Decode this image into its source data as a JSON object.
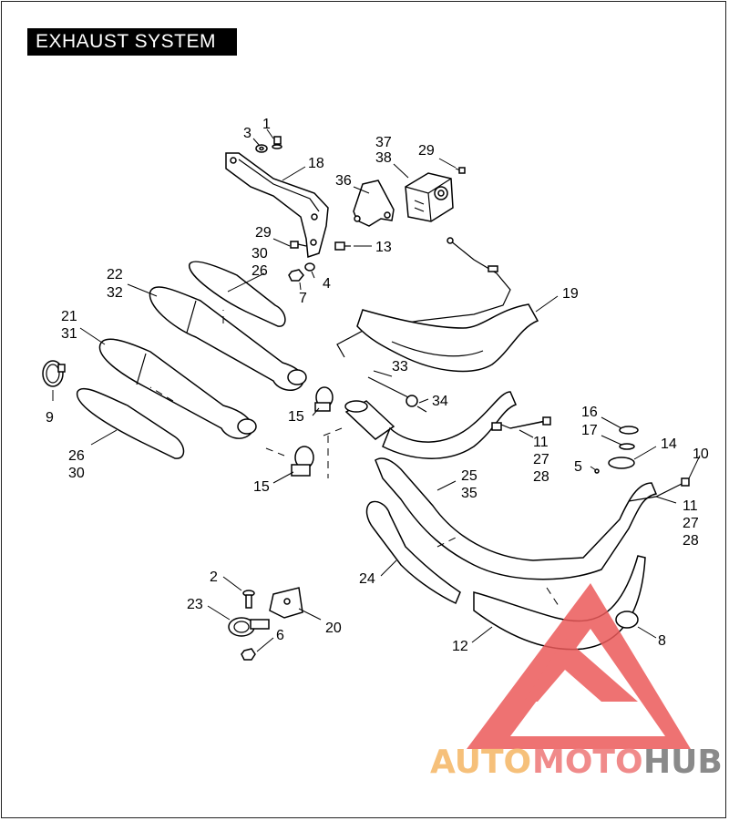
{
  "title": "EXHAUST SYSTEM",
  "callouts": [
    {
      "id": "c1",
      "text": "1"
    },
    {
      "id": "c3",
      "text": "3"
    },
    {
      "id": "c18",
      "text": "18"
    },
    {
      "id": "c37",
      "text": "37"
    },
    {
      "id": "c38",
      "text": "38"
    },
    {
      "id": "c29a",
      "text": "29"
    },
    {
      "id": "c36",
      "text": "36"
    },
    {
      "id": "c29b",
      "text": "29"
    },
    {
      "id": "c30a",
      "text": "30"
    },
    {
      "id": "c26a",
      "text": "26"
    },
    {
      "id": "c13",
      "text": "13"
    },
    {
      "id": "c22",
      "text": "22"
    },
    {
      "id": "c32",
      "text": "32"
    },
    {
      "id": "c7",
      "text": "7"
    },
    {
      "id": "c4",
      "text": "4"
    },
    {
      "id": "c19",
      "text": "19"
    },
    {
      "id": "c21",
      "text": "21"
    },
    {
      "id": "c31",
      "text": "31"
    },
    {
      "id": "c33",
      "text": "33"
    },
    {
      "id": "c9",
      "text": "9"
    },
    {
      "id": "c34",
      "text": "34"
    },
    {
      "id": "c15a",
      "text": "15"
    },
    {
      "id": "c16",
      "text": "16"
    },
    {
      "id": "c17",
      "text": "17"
    },
    {
      "id": "c11a",
      "text": "11"
    },
    {
      "id": "c27a",
      "text": "27"
    },
    {
      "id": "c28a",
      "text": "28"
    },
    {
      "id": "c14",
      "text": "14"
    },
    {
      "id": "c10",
      "text": "10"
    },
    {
      "id": "c5",
      "text": "5"
    },
    {
      "id": "c26b",
      "text": "26"
    },
    {
      "id": "c30b",
      "text": "30"
    },
    {
      "id": "c25",
      "text": "25"
    },
    {
      "id": "c35",
      "text": "35"
    },
    {
      "id": "c15b",
      "text": "15"
    },
    {
      "id": "c11b",
      "text": "11"
    },
    {
      "id": "c27b",
      "text": "27"
    },
    {
      "id": "c28b",
      "text": "28"
    },
    {
      "id": "c24",
      "text": "24"
    },
    {
      "id": "c2",
      "text": "2"
    },
    {
      "id": "c23",
      "text": "23"
    },
    {
      "id": "c20",
      "text": "20"
    },
    {
      "id": "c6",
      "text": "6"
    },
    {
      "id": "c8",
      "text": "8"
    },
    {
      "id": "c12",
      "text": "12"
    }
  ],
  "watermark": {
    "part1": "AUTO",
    "part2": "MOTO",
    "part3": "HUB",
    "colors": {
      "auto": "#f6c07a",
      "moto": "#f08a8a",
      "hub": "#8a8a8a",
      "logo": "#ec5a5a"
    }
  }
}
